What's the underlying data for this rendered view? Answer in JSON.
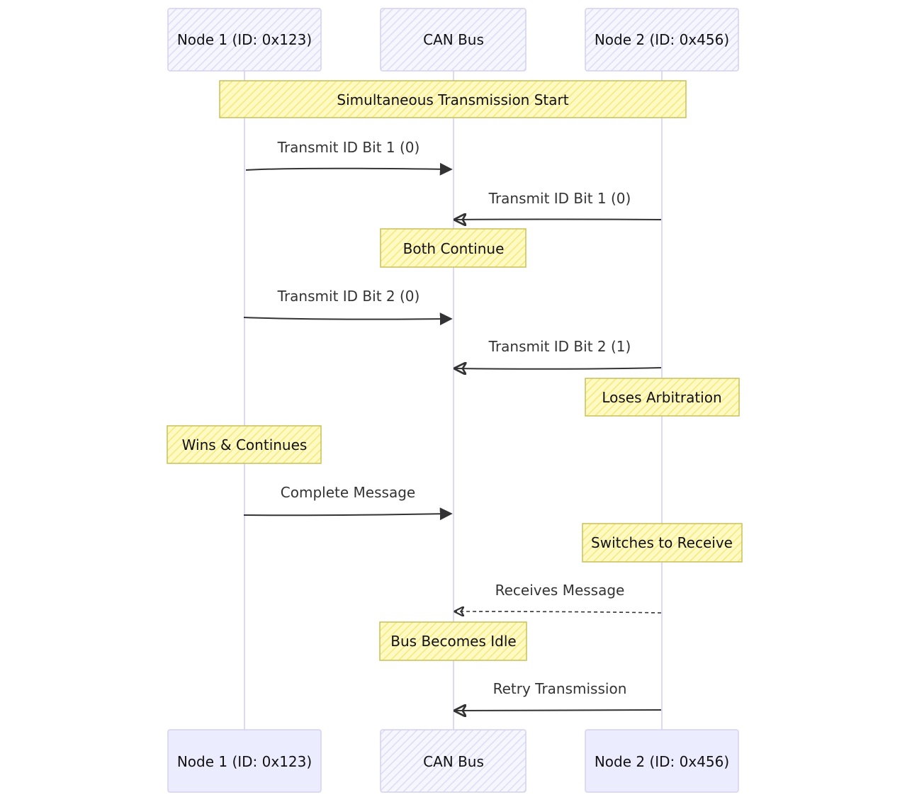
{
  "colors": {
    "actor_fill": "#ececff",
    "actor_stroke": "#d4d1ef",
    "lifeline": "#ddd8f3",
    "note_fill": "#fff5ad",
    "note_stroke": "#c9c05a",
    "arrow": "#333333",
    "text": "#111111"
  },
  "actors": [
    {
      "id": "node1",
      "label": "Node 1 (ID: 0x123)"
    },
    {
      "id": "bus",
      "label": "CAN Bus"
    },
    {
      "id": "node2",
      "label": "Node 2 (ID: 0x456)"
    }
  ],
  "steps": [
    {
      "kind": "note",
      "from": "node1",
      "to": "node2",
      "text": "Simultaneous Transmission Start"
    },
    {
      "kind": "message",
      "from": "node1",
      "to": "bus",
      "text": "Transmit ID Bit 1 (0)",
      "line": "solid"
    },
    {
      "kind": "message",
      "from": "node2",
      "to": "bus",
      "text": "Transmit ID Bit 1 (0)",
      "line": "solid"
    },
    {
      "kind": "note",
      "over": "bus",
      "text": "Both Continue"
    },
    {
      "kind": "message",
      "from": "node1",
      "to": "bus",
      "text": "Transmit ID Bit 2 (0)",
      "line": "solid"
    },
    {
      "kind": "message",
      "from": "node2",
      "to": "bus",
      "text": "Transmit ID Bit 2 (1)",
      "line": "solid"
    },
    {
      "kind": "note",
      "over": "node2",
      "text": "Loses Arbitration"
    },
    {
      "kind": "note",
      "over": "node1",
      "text": "Wins & Continues"
    },
    {
      "kind": "message",
      "from": "node1",
      "to": "bus",
      "text": "Complete Message",
      "line": "solid"
    },
    {
      "kind": "note",
      "over": "node2",
      "text": "Switches to Receive"
    },
    {
      "kind": "message",
      "from": "node2",
      "to": "bus",
      "text": "Receives Message",
      "line": "dashed"
    },
    {
      "kind": "note",
      "over": "bus",
      "text": "Bus Becomes Idle"
    },
    {
      "kind": "message",
      "from": "node2",
      "to": "bus",
      "text": "Retry Transmission",
      "line": "solid"
    }
  ]
}
